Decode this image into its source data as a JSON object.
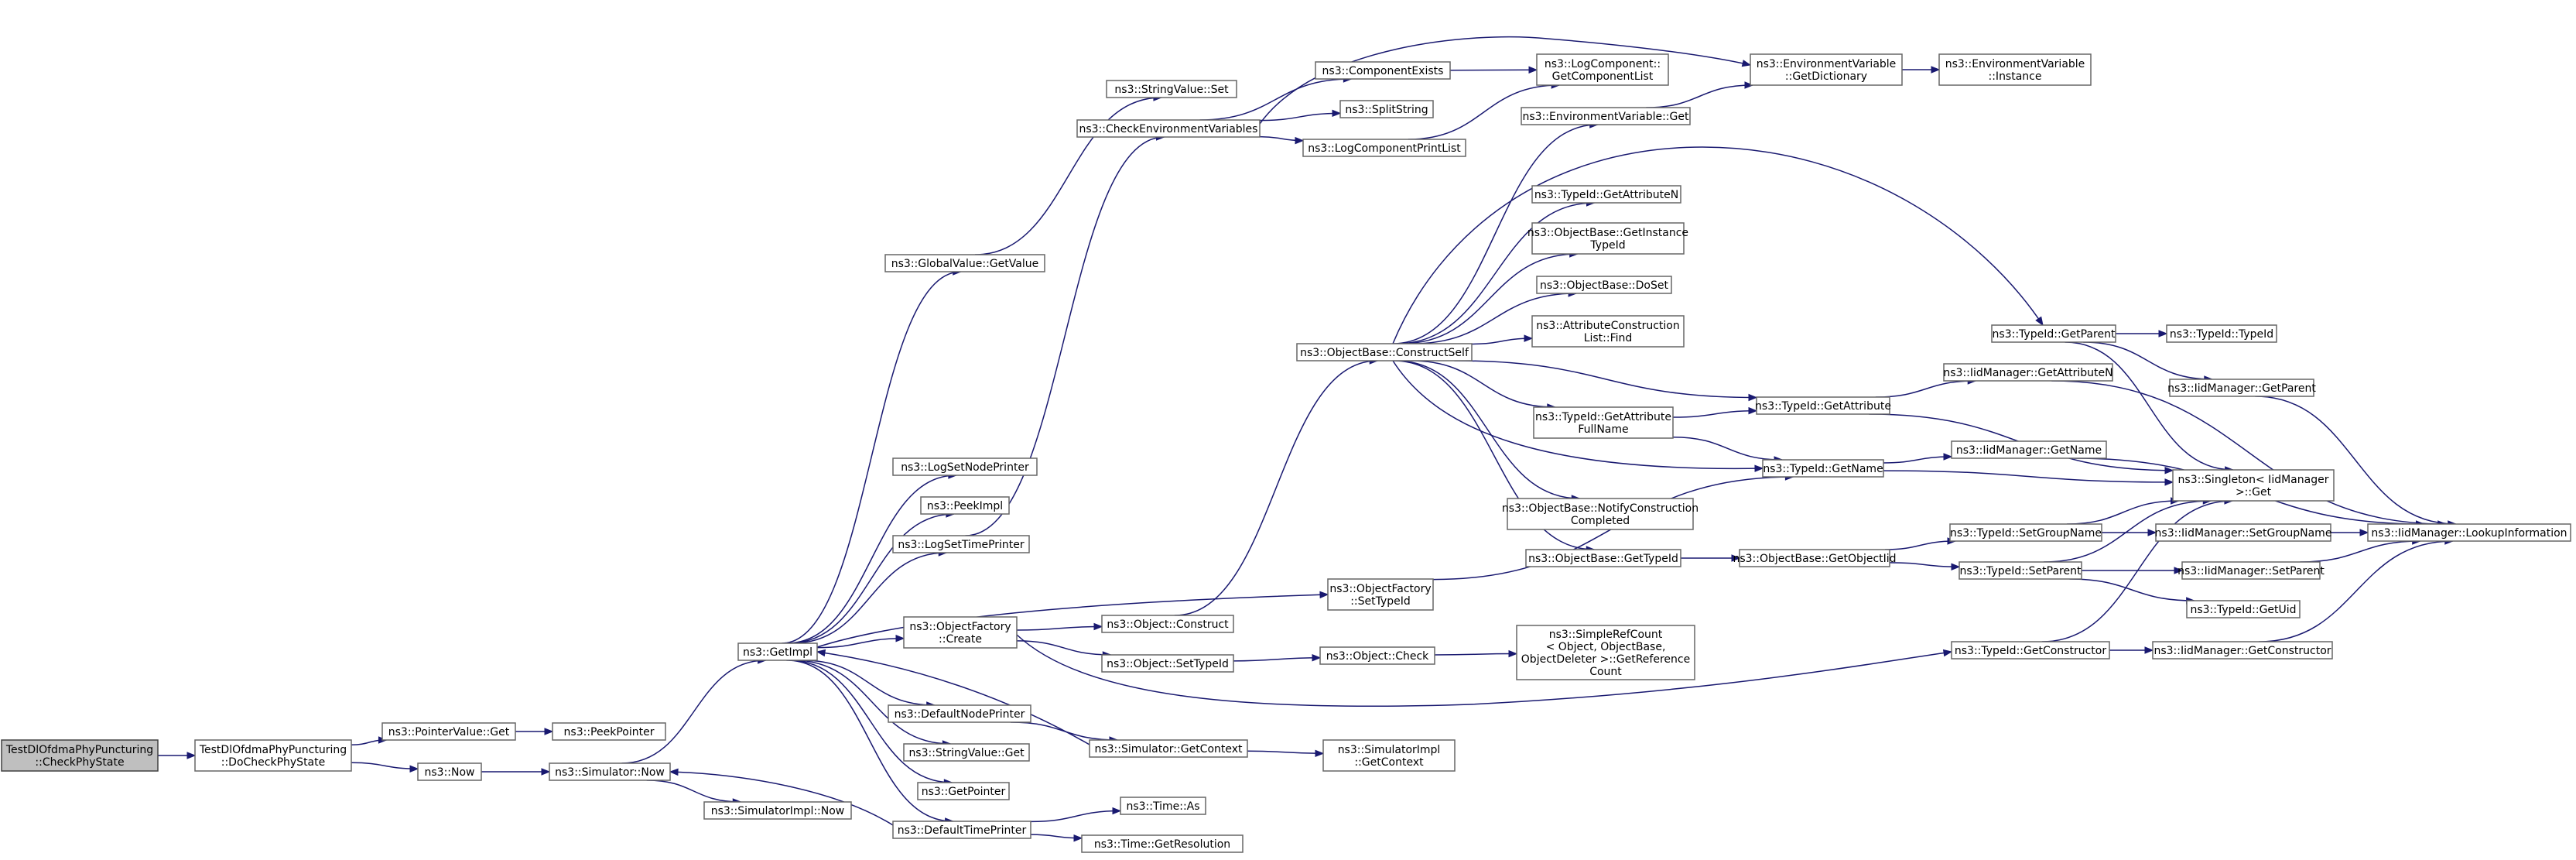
{
  "diagram": {
    "type": "call-graph",
    "colors": {
      "edge": "#191970",
      "node_border": "#666666",
      "root_fill": "#bfbfbf",
      "node_fill": "#ffffff"
    },
    "nodes": [
      {
        "id": "n0",
        "lines": [
          "TestDlOfdmaPhyPuncturing",
          "::CheckPhyState"
        ],
        "root": true
      },
      {
        "id": "n1",
        "lines": [
          "TestDlOfdmaPhyPuncturing",
          "::DoCheckPhyState"
        ]
      },
      {
        "id": "n2",
        "lines": [
          "ns3::PointerValue::Get"
        ]
      },
      {
        "id": "n3",
        "lines": [
          "ns3::PeekPointer"
        ]
      },
      {
        "id": "n4",
        "lines": [
          "ns3::Now"
        ]
      },
      {
        "id": "n5",
        "lines": [
          "ns3::Simulator::Now"
        ]
      },
      {
        "id": "n6",
        "lines": [
          "ns3::SimulatorImpl::Now"
        ]
      },
      {
        "id": "n7",
        "lines": [
          "ns3::GetImpl"
        ]
      },
      {
        "id": "n8",
        "lines": [
          "ns3::GlobalValue::GetValue"
        ]
      },
      {
        "id": "n9",
        "lines": [
          "ns3::StringValue::Set"
        ]
      },
      {
        "id": "n10",
        "lines": [
          "ns3::CheckEnvironmentVariables"
        ]
      },
      {
        "id": "n11",
        "lines": [
          "ns3::ComponentExists"
        ]
      },
      {
        "id": "n12",
        "lines": [
          "ns3::LogComponent::",
          "GetComponentList"
        ]
      },
      {
        "id": "n13",
        "lines": [
          "ns3::SplitString"
        ]
      },
      {
        "id": "n14",
        "lines": [
          "ns3::LogComponentPrintList"
        ]
      },
      {
        "id": "n15",
        "lines": [
          "ns3::EnvironmentVariable",
          "::GetDictionary"
        ]
      },
      {
        "id": "n16",
        "lines": [
          "ns3::EnvironmentVariable",
          "::Instance"
        ]
      },
      {
        "id": "n17",
        "lines": [
          "ns3::EnvironmentVariable::Get"
        ]
      },
      {
        "id": "n18",
        "lines": [
          "ns3::LogSetNodePrinter"
        ]
      },
      {
        "id": "n19",
        "lines": [
          "ns3::PeekImpl"
        ]
      },
      {
        "id": "n20",
        "lines": [
          "ns3::LogSetTimePrinter"
        ]
      },
      {
        "id": "n21",
        "lines": [
          "ns3::ObjectFactory",
          "::Create"
        ]
      },
      {
        "id": "n22",
        "lines": [
          "ns3::DefaultNodePrinter"
        ]
      },
      {
        "id": "n23",
        "lines": [
          "ns3::StringValue::Get"
        ]
      },
      {
        "id": "n24",
        "lines": [
          "ns3::GetPointer"
        ]
      },
      {
        "id": "n25",
        "lines": [
          "ns3::DefaultTimePrinter"
        ]
      },
      {
        "id": "n26",
        "lines": [
          "ns3::Time::As"
        ]
      },
      {
        "id": "n27",
        "lines": [
          "ns3::Time::GetResolution"
        ]
      },
      {
        "id": "n28",
        "lines": [
          "ns3::Simulator::GetContext"
        ]
      },
      {
        "id": "n29",
        "lines": [
          "ns3::SimulatorImpl",
          "::GetContext"
        ]
      },
      {
        "id": "n30",
        "lines": [
          "ns3::Object::Construct"
        ]
      },
      {
        "id": "n31",
        "lines": [
          "ns3::Object::SetTypeId"
        ]
      },
      {
        "id": "n32",
        "lines": [
          "ns3::Object::Check"
        ]
      },
      {
        "id": "n33",
        "lines": [
          "ns3::SimpleRefCount",
          "< Object, ObjectBase,",
          "ObjectDeleter >::GetReference",
          "Count"
        ]
      },
      {
        "id": "n34",
        "lines": [
          "ns3::ObjectFactory",
          "::SetTypeId"
        ]
      },
      {
        "id": "n35",
        "lines": [
          "ns3::ObjectBase::ConstructSelf"
        ]
      },
      {
        "id": "n36",
        "lines": [
          "ns3::TypeId::GetAttributeN"
        ]
      },
      {
        "id": "n37",
        "lines": [
          "ns3::ObjectBase::GetInstance",
          "TypeId"
        ]
      },
      {
        "id": "n38",
        "lines": [
          "ns3::ObjectBase::DoSet"
        ]
      },
      {
        "id": "n39",
        "lines": [
          "ns3::AttributeConstruction",
          "List::Find"
        ]
      },
      {
        "id": "n40",
        "lines": [
          "ns3::TypeId::GetAttribute",
          "FullName"
        ]
      },
      {
        "id": "n41",
        "lines": [
          "ns3::ObjectBase::NotifyConstruction",
          "Completed"
        ]
      },
      {
        "id": "n42",
        "lines": [
          "ns3::ObjectBase::GetTypeId"
        ]
      },
      {
        "id": "n43",
        "lines": [
          "ns3::TypeId::GetAttribute"
        ]
      },
      {
        "id": "n44",
        "lines": [
          "ns3::TypeId::GetName"
        ]
      },
      {
        "id": "n45",
        "lines": [
          "ns3::ObjectBase::GetObjectIid"
        ]
      },
      {
        "id": "n46",
        "lines": [
          "ns3::TypeId::GetParent"
        ]
      },
      {
        "id": "n47",
        "lines": [
          "ns3::TypeId::TypeId"
        ]
      },
      {
        "id": "n48",
        "lines": [
          "ns3::IidManager::GetParent"
        ]
      },
      {
        "id": "n49",
        "lines": [
          "ns3::IidManager::GetAttributeN"
        ]
      },
      {
        "id": "n50",
        "lines": [
          "ns3::IidManager::GetName"
        ]
      },
      {
        "id": "n51",
        "lines": [
          "ns3::Singleton< IidManager",
          ">::Get"
        ]
      },
      {
        "id": "n52",
        "lines": [
          "ns3::TypeId::SetGroupName"
        ]
      },
      {
        "id": "n53",
        "lines": [
          "ns3::IidManager::SetGroupName"
        ]
      },
      {
        "id": "n54",
        "lines": [
          "ns3::IidManager::LookupInformation"
        ]
      },
      {
        "id": "n55",
        "lines": [
          "ns3::TypeId::SetParent"
        ]
      },
      {
        "id": "n56",
        "lines": [
          "ns3::IidManager::SetParent"
        ]
      },
      {
        "id": "n57",
        "lines": [
          "ns3::TypeId::GetUid"
        ]
      },
      {
        "id": "n58",
        "lines": [
          "ns3::TypeId::GetConstructor"
        ]
      },
      {
        "id": "n59",
        "lines": [
          "ns3::IidManager::GetConstructor"
        ]
      }
    ]
  }
}
